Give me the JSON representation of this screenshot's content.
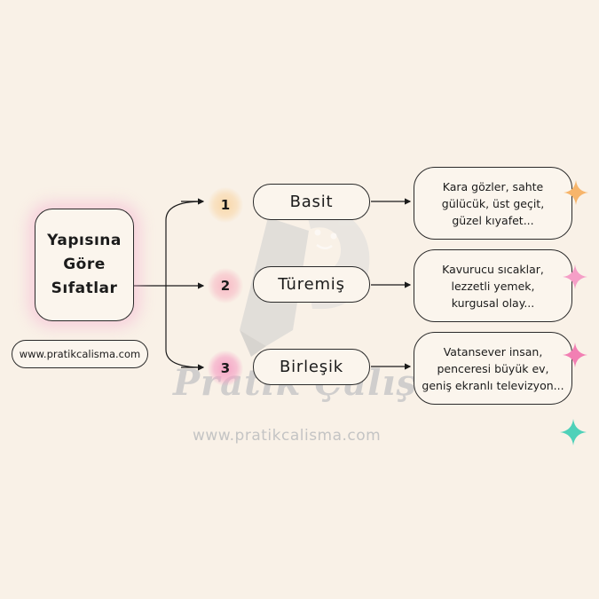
{
  "title": {
    "line1": "Yapısına",
    "line2": "Göre",
    "line3": "Sıfatlar"
  },
  "website": "www.pratikcalisma.com",
  "types": [
    {
      "number": "1",
      "label": "Basit",
      "examples": [
        "Kara gözler,  sahte",
        "gülücük, üst geçit,",
        "güzel kıyafet..."
      ]
    },
    {
      "number": "2",
      "label": "Türemiş",
      "examples": [
        "Kavurucu sıcaklar,",
        "lezzetli yemek,",
        "kurgusal olay..."
      ]
    },
    {
      "number": "3",
      "label": "Birleşik",
      "examples": [
        "Vatansever insan,",
        "penceresi büyük ev,",
        "geniş ekranlı televizyon..."
      ]
    }
  ],
  "watermark": {
    "brand": "Pratik Çalışma",
    "url": "www.pratikcalisma.com"
  },
  "colors": {
    "background": "#f9f1e7",
    "glow_title": "#f4a8ce",
    "num1_glow": "#f9d6a6",
    "num2_glow": "#f7b8c4",
    "num3_glow": "#f5a0c4",
    "spark_orange": "#f7b56b",
    "spark_pink": "#f27fb3",
    "spark_teal": "#4fd1b9"
  }
}
